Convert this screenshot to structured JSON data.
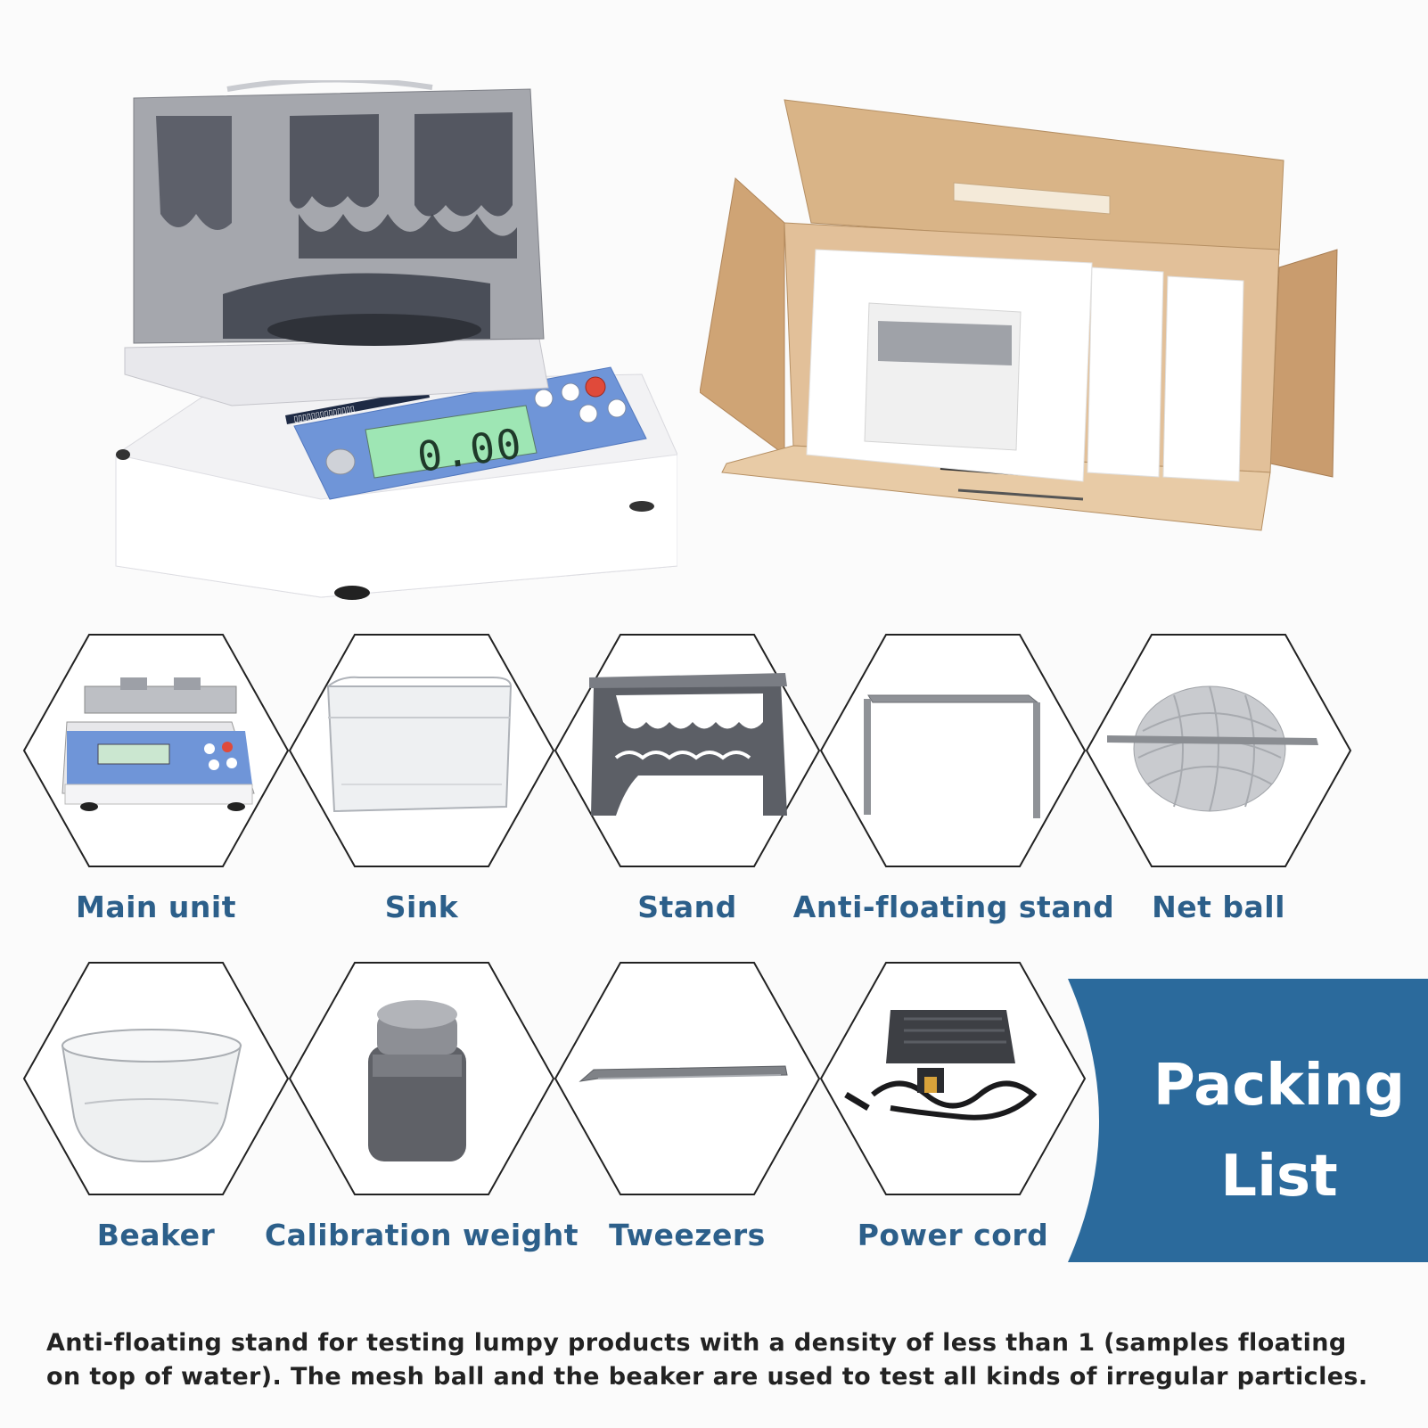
{
  "device": {
    "display_value": "0.00"
  },
  "packing_list": {
    "title_line1": "Packing",
    "title_line2": "List",
    "items": [
      {
        "label": "Main unit",
        "icon": "balance-main-unit-icon"
      },
      {
        "label": "Sink",
        "icon": "sink-container-icon"
      },
      {
        "label": "Stand",
        "icon": "stand-icon"
      },
      {
        "label": "Anti-floating stand",
        "icon": "anti-floating-stand-icon"
      },
      {
        "label": "Net ball",
        "icon": "net-ball-icon"
      },
      {
        "label": "Beaker",
        "icon": "beaker-icon"
      },
      {
        "label": "Calibration weight",
        "icon": "calibration-weight-icon"
      },
      {
        "label": "Tweezers",
        "icon": "tweezers-icon"
      },
      {
        "label": "Power cord",
        "icon": "power-cord-icon"
      }
    ]
  },
  "footnote": {
    "line1": "Anti-floating stand for testing lumpy products with a density of less than 1 (samples floating",
    "line2": "on top of water). The mesh ball and the beaker are used to test all kinds of irregular particles."
  },
  "colors": {
    "label_blue": "#2c5f8a",
    "banner_blue": "#2b6a9c",
    "panel_blue": "#6f95d8",
    "lcd_green": "#9ee6b4",
    "cardboard": "#d3a97c"
  }
}
